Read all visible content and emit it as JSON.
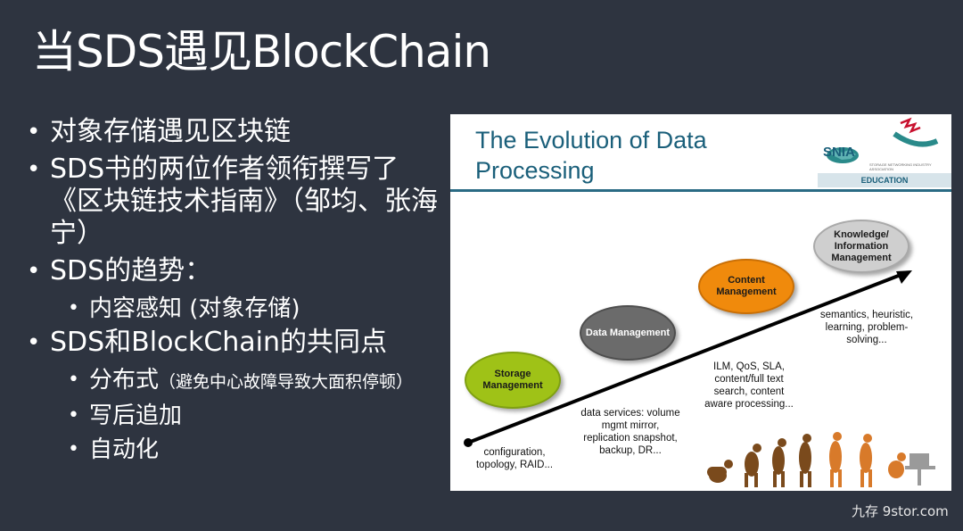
{
  "slide": {
    "title": "当SDS遇见BlockChain",
    "bullets": [
      {
        "text": "对象存储遇见区块链"
      },
      {
        "text": "SDS书的两位作者领衔撰写了《区块链技术指南》（邹均、张海宁）"
      },
      {
        "text": "SDS的趋势：",
        "sub": [
          {
            "text": "内容感知 (对象存储)"
          }
        ]
      },
      {
        "text": "SDS和BlockChain的共同点",
        "sub": [
          {
            "text": "分布式",
            "note": "（避免中心故障导致大面积停顿）"
          },
          {
            "text": "写后追加"
          },
          {
            "text": "自动化"
          }
        ]
      }
    ]
  },
  "figure": {
    "title": "The Evolution of Data Processing",
    "logo": "SNIA",
    "logo_sub": "STORAGE NETWORKING INDUSTRY ASSOCIATION",
    "education": "EDUCATION",
    "stages": [
      {
        "label": "Storage Management",
        "note": "configuration, topology, RAID..."
      },
      {
        "label": "Data Management",
        "note": "data services: volume mgmt mirror, replication snapshot, backup, DR..."
      },
      {
        "label": "Content Management",
        "note": "ILM, QoS, SLA, content/full text search, content aware processing..."
      },
      {
        "label": "Knowledge/ Information Management",
        "note": "semantics, heuristic, learning, problem-solving..."
      }
    ]
  },
  "watermark": "九存 9stor.com",
  "colors": {
    "background": "#2e3440",
    "title_blue": "#1a5f7a",
    "storage": "#9fc217",
    "data": "#6b6b6b",
    "content": "#f08a0c",
    "knowledge": "#cfcfcf"
  }
}
